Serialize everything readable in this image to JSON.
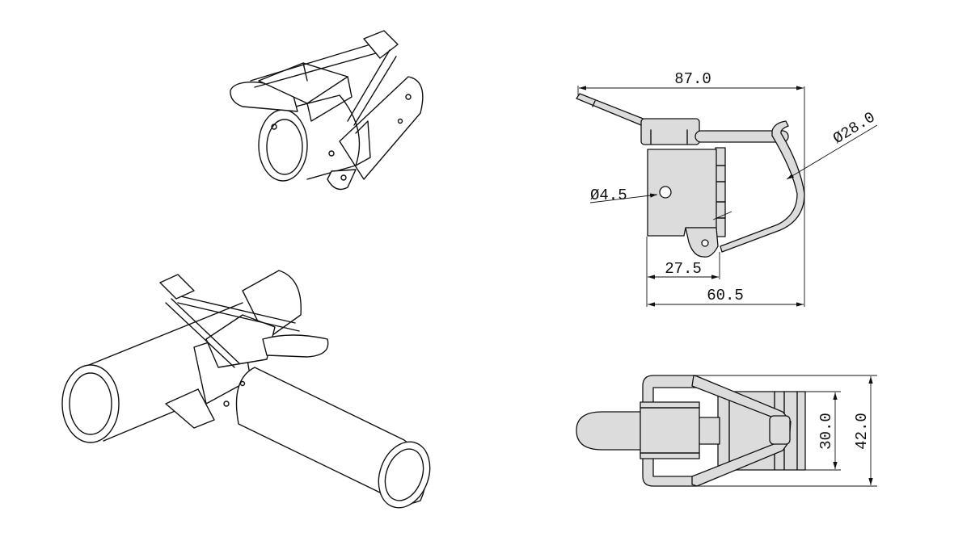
{
  "drawing": {
    "side_view": {
      "dimensions": {
        "overall_length": "87.0",
        "hole_diameter": "Ø4.5",
        "loop_diameter": "Ø28.0",
        "plate_width": "27.5",
        "base_length": "60.5"
      }
    },
    "top_view": {
      "dimensions": {
        "plate_height": "30.0",
        "overall_height": "42.0"
      }
    }
  }
}
